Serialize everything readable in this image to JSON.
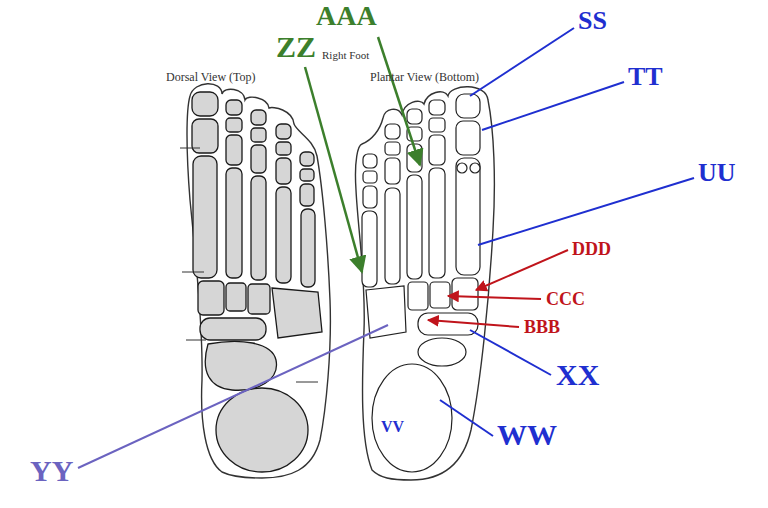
{
  "diagram": {
    "labels": [
      "Right Foot",
      "Dorsal View (Top)",
      "Plantar View (Bottom)",
      "AAA",
      "ZZ",
      "SS",
      "TT",
      "UU",
      "DDD",
      "CCC",
      "BBB",
      "XX",
      "VV",
      "WW",
      "YY"
    ]
  }
}
